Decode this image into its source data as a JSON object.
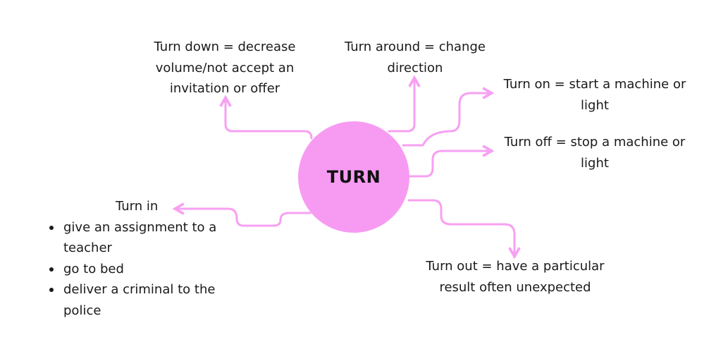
{
  "colors": {
    "accent": "#f7a0f2",
    "hub_fill": "#f79bf2",
    "text": "#1a1a1a"
  },
  "hub": {
    "title": "TURN"
  },
  "nodes": {
    "turn_down": {
      "lines": [
        "Turn down = decrease",
        "volume/not accept an",
        "invitation or offer"
      ]
    },
    "turn_around": {
      "lines": [
        "Turn around = change",
        "direction"
      ]
    },
    "turn_on": {
      "lines": [
        "Turn on = start a machine or",
        "light"
      ]
    },
    "turn_off": {
      "lines": [
        "Turn off = stop a machine or",
        "light"
      ]
    },
    "turn_out": {
      "lines": [
        "Turn out = have a particular",
        "result often unexpected"
      ]
    },
    "turn_in": {
      "title": "Turn in",
      "bullets": [
        "give an assignment to a teacher",
        "go to bed",
        "deliver a criminal to the police"
      ]
    }
  }
}
